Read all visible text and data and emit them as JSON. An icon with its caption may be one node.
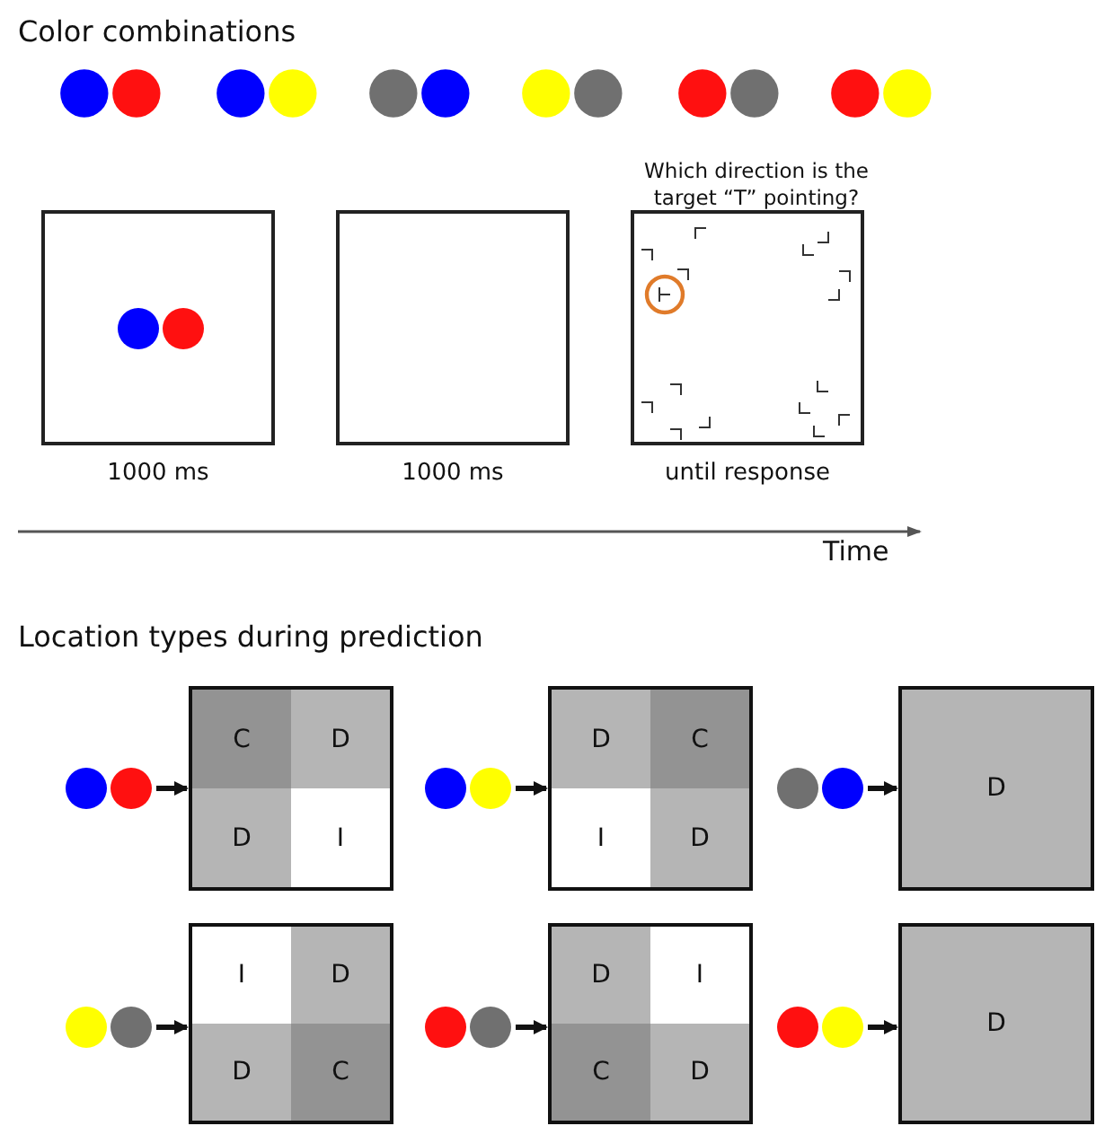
{
  "diagram": {
    "nodes": [
      {
        "text": [],
        "shape": "box",
        "beside": [
          "1000 ms"
        ]
      },
      {
        "text": [],
        "shape": "box",
        "beside": [
          "1000 ms"
        ]
      },
      {
        "text": [
          "Which direction is the target “T” pointing?"
        ],
        "beside": [
          "until response"
        ]
      },
      {
        "text": [],
        "shape": "circle"
      },
      {
        "text": [],
        "shape": "box"
      },
      {
        "text": [
          "C"
        ],
        "in": 4
      },
      {
        "text": [
          "D"
        ],
        "in": 4
      },
      {
        "text": [
          "D"
        ],
        "in": 4
      },
      {
        "text": [
          "I"
        ],
        "in": 4
      },
      {
        "text": [],
        "shape": "circle"
      },
      {
        "text": [],
        "shape": "box"
      },
      {
        "text": [
          "D"
        ],
        "in": 10
      },
      {
        "text": [
          "C"
        ],
        "in": 10
      },
      {
        "text": [
          "I"
        ],
        "in": 10
      },
      {
        "text": [
          "D"
        ],
        "in": 10
      },
      {
        "text": [],
        "shape": "circle"
      },
      {
        "text": [
          "D"
        ]
      },
      {
        "text": [],
        "shape": "circle"
      },
      {
        "text": [],
        "shape": "box"
      },
      {
        "text": [
          "I"
        ],
        "in": 18
      },
      {
        "text": [
          "D"
        ],
        "in": 18
      },
      {
        "text": [
          "D"
        ],
        "in": 18
      },
      {
        "text": [
          "C"
        ],
        "in": 18
      },
      {
        "text": [],
        "shape": "circle"
      },
      {
        "text": [],
        "shape": "box"
      },
      {
        "text": [
          "D"
        ],
        "in": 24
      },
      {
        "text": [
          "I"
        ],
        "in": 24
      },
      {
        "text": [
          "C"
        ],
        "in": 24
      },
      {
        "text": [
          "D"
        ],
        "in": 24
      },
      {
        "text": [],
        "shape": "circle"
      },
      {
        "text": [
          "D"
        ]
      }
    ],
    "edges": [
      {
        "from": 3,
        "to": 4,
        "arrow": "to"
      },
      {
        "from": 9,
        "to": 10,
        "arrow": "to"
      },
      {
        "from": 15,
        "to": 16,
        "arrow": "to"
      },
      {
        "from": 17,
        "to": 18,
        "arrow": "to"
      },
      {
        "from": 23,
        "to": 24,
        "arrow": "to"
      },
      {
        "from": 29,
        "to": 30,
        "arrow": "to"
      }
    ],
    "labels": [
      "Color combinations",
      "Time",
      "Location types during prediction"
    ]
  }
}
